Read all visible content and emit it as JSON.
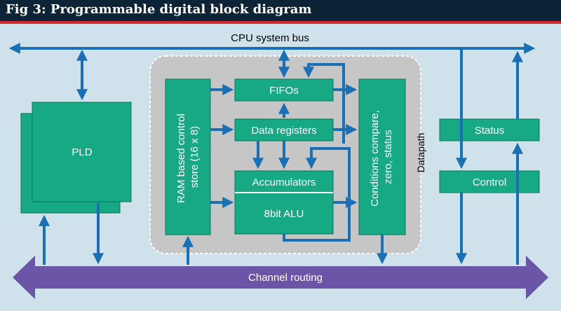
{
  "figure": {
    "title": "Fig 3: Programmable digital block diagram"
  },
  "labels": {
    "cpu_bus": "CPU system bus",
    "channel_routing": "Channel routing",
    "pld": "PLD",
    "ram_line1": "RAM based control",
    "ram_line2": "store (16 x 8)",
    "fifos": "FIFOs",
    "data_registers": "Data registers",
    "accumulators": "Accumulators",
    "alu": "8bit ALU",
    "cond_line1": "Conditions compare,",
    "cond_line2": "zero, status",
    "datapath": "Datapath",
    "status": "Status",
    "control": "Control"
  },
  "colors": {
    "block_fill": "#17a884",
    "block_stroke": "#0a7458",
    "arrow": "#1a6fb5",
    "channel": "#6b55a6",
    "background": "#cfe2ec",
    "datapath_fill": "#c6c6c6",
    "title_bg": "#0c2436",
    "title_rule": "#d6262e"
  }
}
